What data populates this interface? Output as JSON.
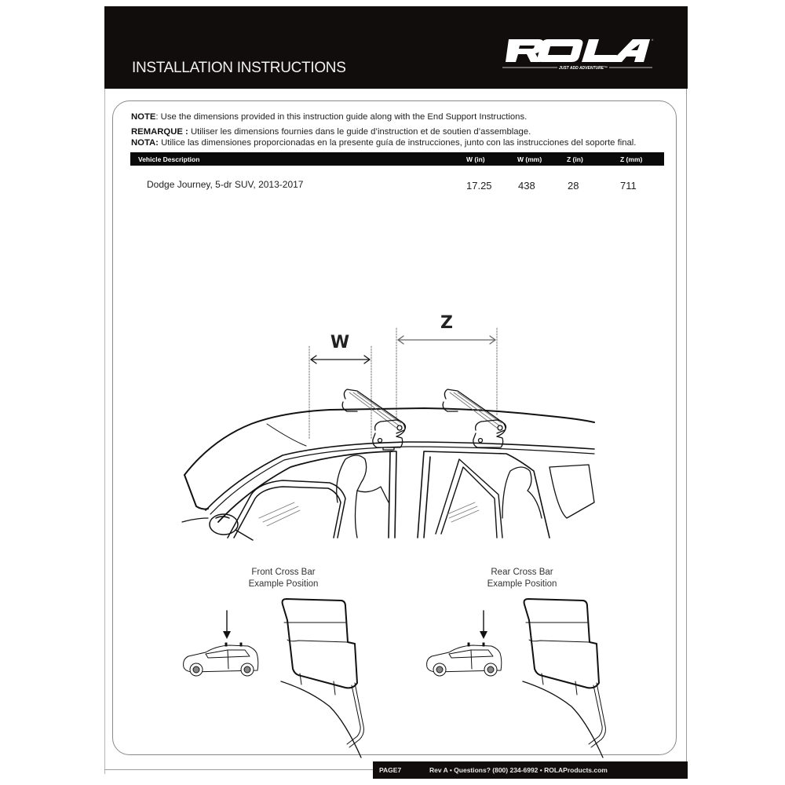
{
  "header": {
    "title": "INSTALLATION INSTRUCTIONS",
    "logo": {
      "brand": "ROLA",
      "tagline": "JUST ADD ADVENTURE™"
    }
  },
  "notes": [
    {
      "label": "NOTE",
      "separator": ": ",
      "text": "Use the dimensions provided in this instruction guide along with the End Support Instructions."
    },
    {
      "label": "REMARQUE :",
      "separator": " ",
      "text": "Utiliser les dimensions fournies dans le guide d’instruction et de soutien d’assemblage."
    },
    {
      "label": "NOTA:",
      "separator": " ",
      "text": "Utilice las dimensiones proporcionadas en la presente guía de instrucciones, junto con las instrucciones del soporte final."
    }
  ],
  "table": {
    "columns": [
      "Vehicle Description",
      "W (in)",
      "W (mm)",
      "Z (in)",
      "Z (mm)"
    ],
    "rows": [
      {
        "vehicle": "Dodge Journey, 5-dr SUV, 2013-2017",
        "w_in": "17.25",
        "w_mm": "438",
        "z_in": "28",
        "z_mm": "711"
      }
    ]
  },
  "diagram": {
    "dimension_labels": {
      "w": "W",
      "z": "Z"
    }
  },
  "examples": [
    {
      "line1": "Front Cross Bar",
      "line2": "Example Position"
    },
    {
      "line1": "Rear Cross Bar",
      "line2": "Example Position"
    }
  ],
  "footer": {
    "page": "PAGE7",
    "info": "Rev A • Questions? (800) 234-6992 • ROLAProducts.com"
  }
}
